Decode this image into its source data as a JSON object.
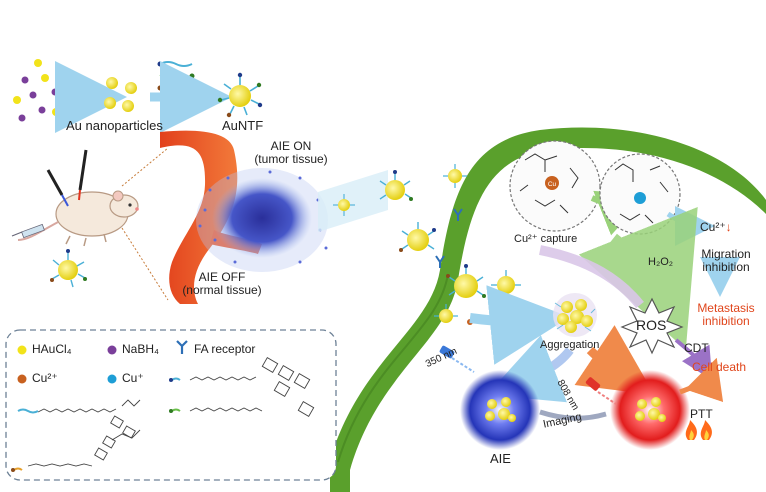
{
  "synthesis": {
    "au_nanoparticles": "Au nanoparticles",
    "auntf": "AuNTF"
  },
  "vessel": {
    "aie_on_line1": "AIE ON",
    "aie_on_line2": "(tumor tissue)",
    "aie_off_line1": "AIE OFF",
    "aie_off_line2": "(normal tissue)"
  },
  "cell": {
    "cu_capture": "Cu²⁺ capture",
    "h2o2": "H₂O₂",
    "cu_down": "Cu²⁺",
    "migration_line1": "Migration",
    "migration_line2": "inhibition",
    "metastasis_line1": "Metastasis",
    "metastasis_line2": "inhibition",
    "ros": "ROS",
    "cdt": "CDT",
    "cell_death": "Cell death",
    "aggregation": "Aggregation",
    "laser_350": "350 nm",
    "laser_808": "808 nm",
    "imaging": "Imaging",
    "aie": "AIE",
    "ptt": "PTT",
    "cu_atom": "Cu"
  },
  "legend": {
    "haucl4": "HAuCl₄",
    "nabh4": "NaBH₄",
    "fa_receptor": "FA receptor",
    "cu2": "Cu²⁺",
    "cu1": "Cu⁺"
  },
  "colors": {
    "membrane": "#5aa02c",
    "gold": "#f2e31a",
    "purple": "#7a3f9a",
    "copper": "#c8611f",
    "cu_plus": "#1e9ed6",
    "red_text": "#e0451b",
    "aie_blue": "#2f3fc0",
    "ptt_red": "#e8282a",
    "arrow_blue": "#9fd3ee"
  }
}
